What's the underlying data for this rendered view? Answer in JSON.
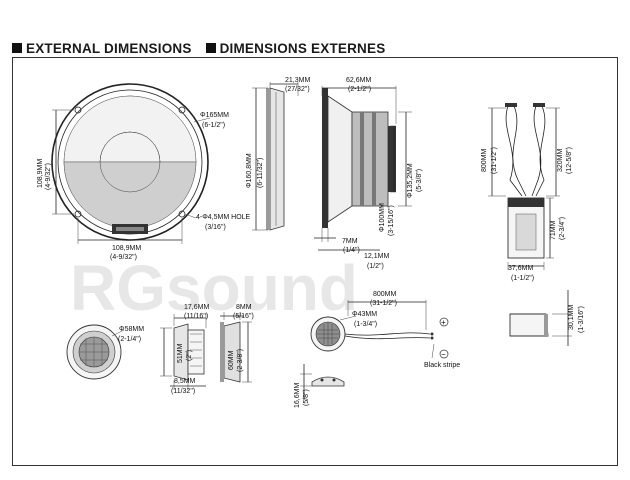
{
  "header": {
    "title_en": "EXTERNAL DIMENSIONS",
    "title_fr": "DIMENSIONS EXTERNES"
  },
  "woofer_front": {
    "outer_diameter": "Φ165MM",
    "outer_diameter_in": "(6-1/2\")",
    "hole": "4-Φ4,5MM HOLE",
    "hole_in": "(3/16\")",
    "height_mm": "108,9MM",
    "height_in": "(4-9/32\")",
    "width_mm": "108,9MM",
    "width_in": "(4-9/32\")"
  },
  "woofer_ring": {
    "depth_mm": "21,3MM",
    "depth_in": "(27/32\")",
    "diameter_mm": "Φ160,8MM",
    "diameter_in": "(6-11/32\")"
  },
  "woofer_side": {
    "depth_mm": "62,6MM",
    "depth_in": "(2-1/2\")",
    "basket_mm": "Φ135,2MM",
    "basket_in": "(5-3/8\")",
    "magnet_mm": "Φ100MM",
    "magnet_in": "(3-15/16\")",
    "flange_mm": "7MM",
    "flange_in": "(1/4\")",
    "mount_mm": "12,1MM",
    "mount_in": "(1/2\")"
  },
  "crossover": {
    "lead_in_mm": "800MM",
    "lead_in_in": "(31-1/2\")",
    "lead_out_mm": "320MM",
    "lead_out_in": "(12-5/8\")",
    "height_mm": "71MM",
    "height_in": "(2-3/4\")",
    "width_mm": "37,6MM",
    "width_in": "(1-1/2\")",
    "thickness_mm": "30,1MM",
    "thickness_in": "(1-3/16\")"
  },
  "tweeter_flush": {
    "diameter_mm": "Φ58MM",
    "diameter_in": "(2-1/4\")",
    "depth_mm": "17,6MM",
    "depth_in": "(11/16\")",
    "body_mm": "51MM",
    "body_in": "(2\")",
    "rim_mm": "8,5MM",
    "rim_in": "(11/32\")"
  },
  "tweeter_cup": {
    "depth_mm": "8MM",
    "depth_in": "(5/16\")",
    "diameter_mm": "60MM",
    "diameter_in": "(2-3/8\")"
  },
  "tweeter_surface": {
    "lead_mm": "800MM",
    "lead_in": "(31-1/2\")",
    "diameter_mm": "Φ43MM",
    "diameter_in": "(1-3/4\")",
    "height_mm": "16,6MM",
    "height_in": "(5/8\")",
    "stripe_label": "Black stripe",
    "plus": "+",
    "minus": "−"
  },
  "watermark": "RGsound"
}
